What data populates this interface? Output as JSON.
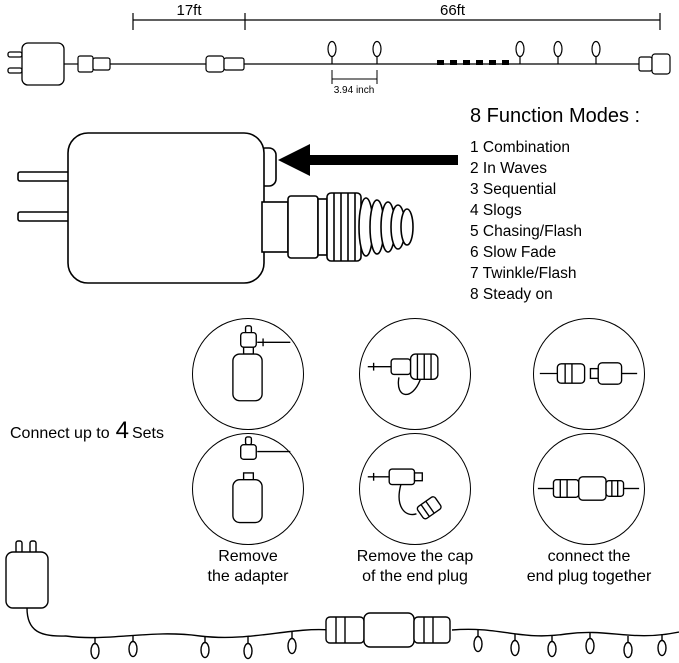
{
  "colors": {
    "ink": "#000000",
    "background": "#ffffff"
  },
  "top_diagram": {
    "segment1_length": "17ft",
    "segment2_length": "66ft",
    "bulb_spacing": "3.94 inch"
  },
  "function_modes": {
    "title": "8 Function Modes :",
    "items": [
      "1 Combination",
      "2 In Waves",
      "3 Sequential",
      "4 Slogs",
      "5 Chasing/Flash",
      "6 Slow Fade",
      "7 Twinkle/Flash",
      "8 Steady on"
    ]
  },
  "connect_sets": {
    "prefix": "Connect up to",
    "count": "4",
    "suffix": "Sets"
  },
  "steps": [
    {
      "line1": "Remove",
      "line2": "the adapter"
    },
    {
      "line1": "Remove the cap",
      "line2": "of the end plug"
    },
    {
      "line1": "connect the",
      "line2": "end plug together"
    }
  ]
}
